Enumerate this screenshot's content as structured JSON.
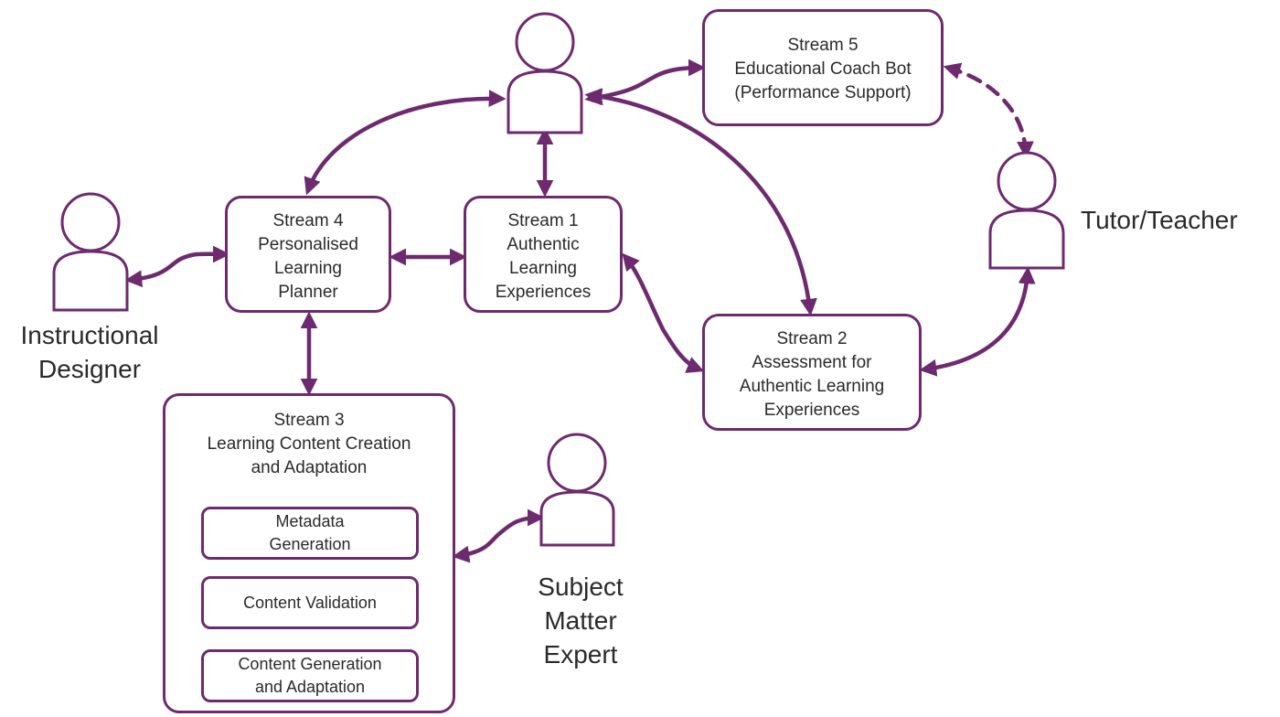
{
  "colors": {
    "accent": "#6e2a6e",
    "text": "#2a2a2a",
    "background": "#ffffff"
  },
  "streams": {
    "stream1": {
      "lines": [
        "Stream 1",
        "Authentic",
        "Learning",
        "Experiences"
      ]
    },
    "stream2": {
      "lines": [
        "Stream 2",
        "Assessment for",
        "Authentic Learning",
        "Experiences"
      ]
    },
    "stream3": {
      "lines": [
        "Stream 3",
        "Learning Content Creation",
        "and Adaptation"
      ],
      "subprocesses": [
        {
          "lines": [
            "Metadata",
            "Generation"
          ]
        },
        {
          "lines": [
            "Content Validation"
          ]
        },
        {
          "lines": [
            "Content Generation",
            "and Adaptation"
          ]
        }
      ]
    },
    "stream4": {
      "lines": [
        "Stream 4",
        "Personalised",
        "Learning",
        "Planner"
      ]
    },
    "stream5": {
      "lines": [
        "Stream 5",
        "Educational Coach Bot",
        "(Performance Support)"
      ]
    }
  },
  "actors": {
    "instructional_designer": {
      "icon": "person-icon",
      "lines": [
        "Instructional",
        "Designer"
      ]
    },
    "tutor_teacher": {
      "icon": "person-icon",
      "lines": [
        "Tutor/Teacher"
      ]
    },
    "subject_matter_expert": {
      "icon": "person-icon",
      "lines": [
        "Subject",
        "Matter",
        "Expert"
      ]
    },
    "learner": {
      "icon": "person-icon",
      "lines": []
    }
  },
  "connections": [
    {
      "from": "learner",
      "to": "stream5",
      "style": "solid",
      "direction": "both"
    },
    {
      "from": "stream5",
      "to": "tutor_teacher",
      "style": "dashed",
      "direction": "both"
    },
    {
      "from": "learner",
      "to": "stream4",
      "style": "solid",
      "direction": "both"
    },
    {
      "from": "learner",
      "to": "stream1",
      "style": "solid",
      "direction": "both"
    },
    {
      "from": "learner",
      "to": "stream2",
      "style": "solid",
      "direction": "both"
    },
    {
      "from": "instructional_designer",
      "to": "stream4",
      "style": "solid",
      "direction": "both"
    },
    {
      "from": "stream4",
      "to": "stream1",
      "style": "solid",
      "direction": "both"
    },
    {
      "from": "stream4",
      "to": "stream3",
      "style": "solid",
      "direction": "both"
    },
    {
      "from": "stream1",
      "to": "stream2",
      "style": "solid",
      "direction": "both"
    },
    {
      "from": "stream2",
      "to": "tutor_teacher",
      "style": "solid",
      "direction": "both"
    },
    {
      "from": "stream3",
      "to": "subject_matter_expert",
      "style": "solid",
      "direction": "both"
    }
  ]
}
